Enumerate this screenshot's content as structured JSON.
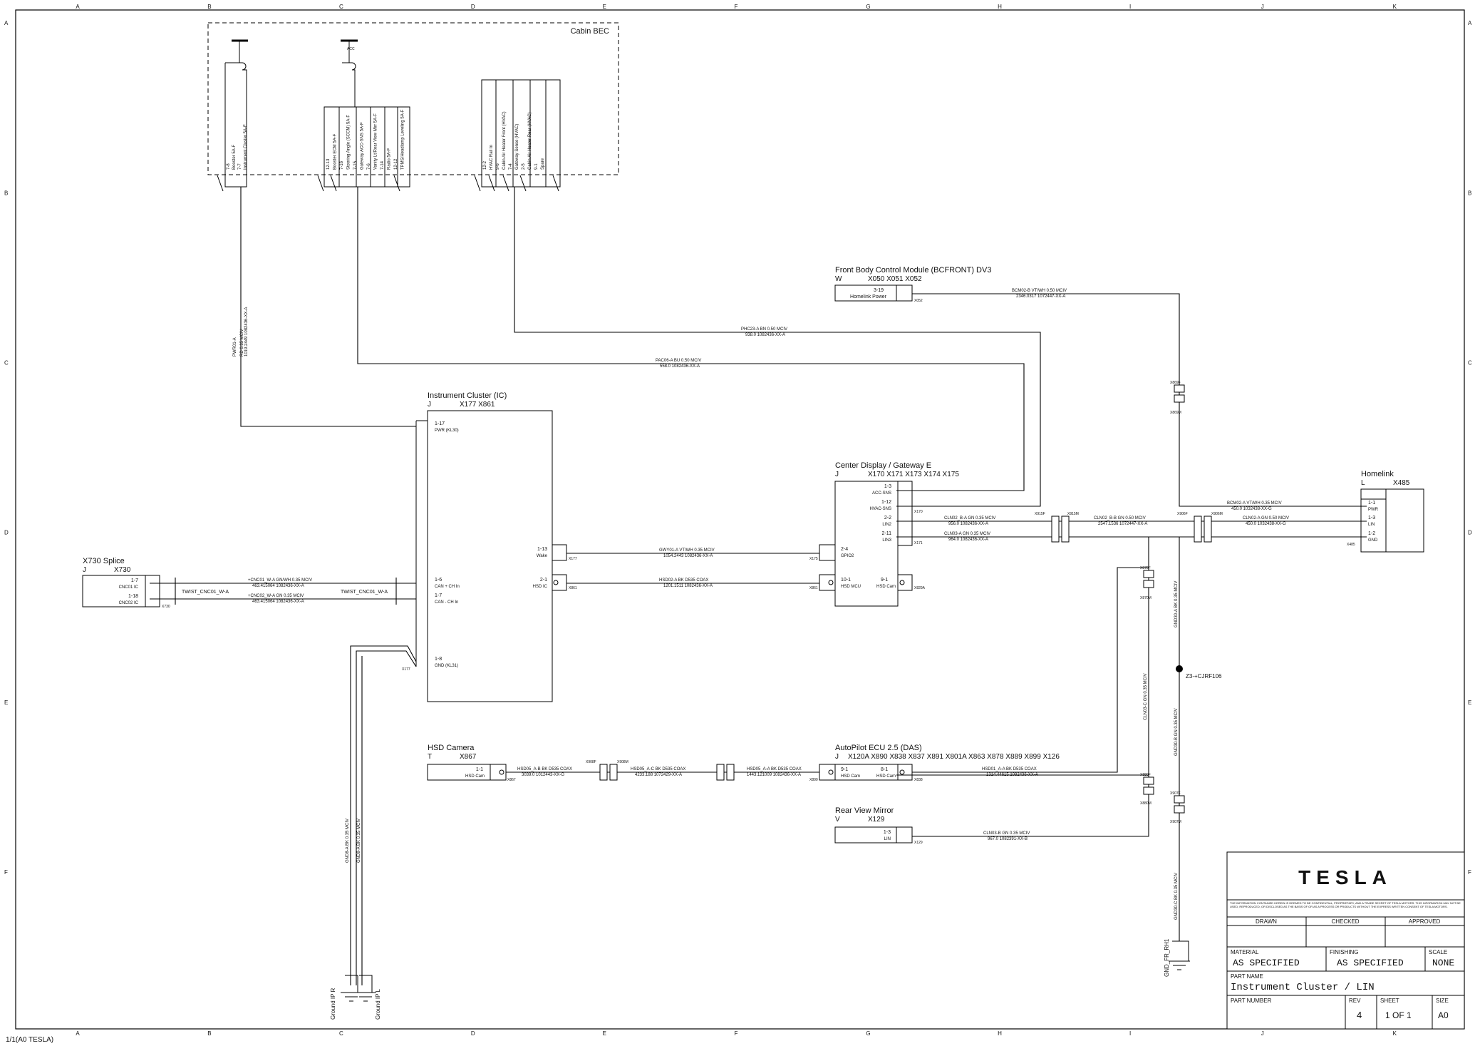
{
  "grid": {
    "cols": [
      "A",
      "B",
      "C",
      "D",
      "E",
      "F",
      "G",
      "H",
      "I",
      "J",
      "K"
    ],
    "rows": [
      "A",
      "B",
      "C",
      "D",
      "E",
      "F"
    ]
  },
  "cabin_bec": {
    "title": "Cabin BEC",
    "fuse_groups": [
      {
        "labels": [
          "7-8",
          "Booster 5A-F",
          "7-7",
          "Instrument Cluster 5A-F"
        ]
      },
      {
        "labels": [
          "12-13",
          "Booster ECM 5A-F",
          "7-16",
          "Steering Angle (SCCM) 5A-F",
          "7-15",
          "Gateway ACC-SNS 5A-F",
          "7-6",
          "Vanity Lt/Rear View Mirr 5A-F",
          "7-14",
          "Radio 5A-F",
          "12-12",
          "TPMS/Headlamp Leveling 5A-F"
        ]
      },
      {
        "labels": [
          "12-2",
          "HVAC Rail In",
          "9-6",
          "Cabin Air Heater Front (HVAC)",
          "7-4",
          "Gateway Sense (HVAC)",
          "2-5",
          "Cabin Air Heater Rear (HVAC)",
          "9-1",
          "Spare"
        ]
      }
    ],
    "acc_label": "ACC"
  },
  "modules": {
    "bcfront": {
      "title": "Front Body Control Module (BCFRONT) DV3",
      "prefix": "W",
      "connectors": "X050   X051   X052",
      "pin": "3-19",
      "pin_label": "Homelink Power",
      "conn_tag": "X052"
    },
    "ic": {
      "title": "Instrument Cluster (IC)",
      "prefix": "J",
      "connectors": "X177   X861",
      "pins": [
        {
          "pin": "1-17",
          "label": "PWR (KL30)"
        },
        {
          "pin": "1-13",
          "label": "Wake"
        },
        {
          "pin": "2-1",
          "label": "HSD IC"
        },
        {
          "pin": "1-6",
          "label": "CAN + CH In"
        },
        {
          "pin": "1-7",
          "label": "CAN - CH In"
        },
        {
          "pin": "1-8",
          "label": "GND (KL31)"
        }
      ],
      "tags": [
        "X177",
        "X861",
        "X177"
      ]
    },
    "x730": {
      "title": "X730 Splice",
      "prefix": "J",
      "connectors": "X730",
      "pins": [
        {
          "pin": "1-7",
          "label": "CNC01 IC"
        },
        {
          "pin": "1-18",
          "label": "CNC02 IC"
        }
      ],
      "tag": "X730"
    },
    "cdg": {
      "title": "Center Display / Gateway E",
      "prefix": "J",
      "connectors": "X170   X171   X173   X174   X175",
      "pins": [
        {
          "pin": "1-3",
          "label": "ACC-SNS"
        },
        {
          "pin": "1-12",
          "label": "HVAC-SNS"
        },
        {
          "pin": "2-2",
          "label": "LIN2"
        },
        {
          "pin": "2-11",
          "label": "LIN3"
        },
        {
          "pin": "2-4",
          "label": "GPIO2"
        },
        {
          "pin": "10-1",
          "label": "HSD MCU"
        },
        {
          "pin": "9-1",
          "label": "HSD Cam"
        }
      ],
      "tags": [
        "X170",
        "X171",
        "X175",
        "X861",
        "X829A"
      ]
    },
    "homelink": {
      "title": "Homelink",
      "prefix": "L",
      "connectors": "X485",
      "pins": [
        {
          "pin": "1-1",
          "label": "PWR"
        },
        {
          "pin": "1-3",
          "label": "LIN"
        },
        {
          "pin": "1-2",
          "label": "GND"
        }
      ],
      "tag": "X485"
    },
    "hsd_camera": {
      "title": "HSD Camera",
      "prefix": "T",
      "connectors": "X867",
      "pin": "1-1",
      "pin_label": "HSD Cam",
      "tag": "X867"
    },
    "autopilot": {
      "title": "AutoPilot ECU 2.5 (DAS)",
      "prefix": "J",
      "connectors": "X120A X890   X838   X837   X891   X801A X863   X878   X889   X899   X126",
      "pins": [
        {
          "pin": "9-1",
          "label": "HSD Cam"
        },
        {
          "pin": "8-1",
          "label": "HSD Cam"
        }
      ],
      "tags": [
        "X890",
        "X838"
      ]
    },
    "rvm": {
      "title": "Rear View Mirror",
      "prefix": "V",
      "connectors": "X129",
      "pin": "1-3",
      "pin_label": "LIN",
      "tag": "X129"
    }
  },
  "wires": {
    "pwr_ic": {
      "name": "PWR01-A",
      "spec": "RD   0.35   MCIV",
      "part": "1019.2449  1082436-XX-A"
    },
    "pac06": {
      "name": "PAC06-A   BU   0.50   MCIV",
      "part": "558.0   1082436-XX-A"
    },
    "phc23": {
      "name": "PHC23-A   BN   0.50   MCIV",
      "part": "938.0   1082436-XX-A"
    },
    "bcm02b": {
      "name": "BCM02-B   VT/WH   0.50   MCIV",
      "part": "2346.0317   1072447-XX-A"
    },
    "bcm02a": {
      "name": "BCM02-A   VT/WH   0.35   MCIV",
      "part": "450.0   1032438-XX-G"
    },
    "lin02a_hl": {
      "name": "CLN02-A   GN   0.50   MCIV",
      "part": "450.0   1032438-XX-G"
    },
    "lin02b": {
      "name": "CLN02_B-A   GN   0.35   MCIV",
      "part": "956.0   1082436-XX-A"
    },
    "lin02bb": {
      "name": "CLN02_B-B   GN   0.50   MCIV",
      "part": "2547.1536   1072447-XX-A"
    },
    "lin03a": {
      "name": "CLN03-A   GN   0.35   MCIV",
      "part": "964.0   1082436-XX-A"
    },
    "gwy01": {
      "name": "GWY01-A   VT/WH   0.35   MCIV",
      "part": "1054.2443   1082436-XX-A"
    },
    "hsd02": {
      "name": "HSD02-A   BK   D535   COAX",
      "part": "1201.1511   1082436-XX-A"
    },
    "can_hi": {
      "name": "+CNC01_W-A   GN/WH   0.35   MCIV",
      "part": "463.415064   1082436-XX-A"
    },
    "can_lo": {
      "name": "+CNC02_W-A   GN   0.35   MCIV",
      "part": "463.415064   1082436-XX-A"
    },
    "twist": "TWIST_CNC01_W-A",
    "hsd05a": {
      "name": "HSD05_A-B   BK   D535   COAX",
      "part": "3039.0   1012443-XX-G"
    },
    "hsd05c": {
      "name": "HSD05_A-C   BK   D535   COAX",
      "part": "4233.188   1072429-XX-A"
    },
    "hsd05aa": {
      "name": "HSD05_A-A   BK   D535   COAX",
      "part": "1443.121009   1082436-XX-A"
    },
    "hsd01": {
      "name": "HSD01_A-A   BK   D535   COAX",
      "part": "1314.44615   1082436-XX-A"
    },
    "lin03b": {
      "name": "CLN03-B   GN   0.35   MCIV",
      "part": "967.0   1082391-XX-B"
    },
    "gnd_ip": [
      {
        "name": "GND8-A   BK   0.35   MCIV"
      },
      {
        "name": "GND8-A   BK   0.35   MCIV"
      }
    ],
    "gnd_fr": [
      {
        "name": "GND30-A   BK   0.35   MCIV"
      },
      {
        "name": "GND30-B   GN   0.35   MCIV"
      },
      {
        "name": "GND30-C   BK   0.35   MCIV"
      }
    ],
    "lin_vert": {
      "name": "CLN03-C   GN   0.35   MCIV"
    }
  },
  "connectors_inline": [
    "X915F",
    "X915M",
    "X906F",
    "X906M",
    "X869F",
    "X869M",
    "X870F",
    "X870M",
    "X880F",
    "X880M",
    "X907F",
    "X907M",
    "X908F",
    "X908M"
  ],
  "splice": {
    "label": "Z3-+CJRF106"
  },
  "grounds": {
    "ip_r": "Ground IP R",
    "ip_l": "Ground IP L",
    "fr_rh": "GND_FR_RH1"
  },
  "title_block": {
    "logo": "TESLA",
    "notice": "THE INFORMATION CONTAINED HEREIN IS DEEMED TO BE CONFIDENTIAL, PROPRIETARY, AND A TRADE SECRET OF TESLA MOTORS. THIS INFORMATION MAY NOT BE USED, REPRODUCED, OR DISCLOSED AS THE BASIS OF OR AS A PROCESS OR PRODUCTS WITHOUT THE EXPRESS WRITTEN CONSENT OF TESLA MOTORS.",
    "drawn_label": "DRAWN",
    "checked_label": "CHECKED",
    "approved_label": "APPROVED",
    "material_label": "MATERIAL",
    "material": "AS SPECIFIED",
    "finishing_label": "FINISHING",
    "finishing": "AS SPECIFIED",
    "scale_label": "SCALE",
    "scale": "NONE",
    "part_name_label": "PART NAME",
    "part_name": "Instrument Cluster / LIN",
    "part_number_label": "PART NUMBER",
    "rev_label": "REV",
    "rev": "4",
    "sheet_label": "SHEET",
    "sheet": "1 OF 1",
    "size_label": "SIZE",
    "size": "A0"
  },
  "footer": "1/1(A0 TESLA)"
}
